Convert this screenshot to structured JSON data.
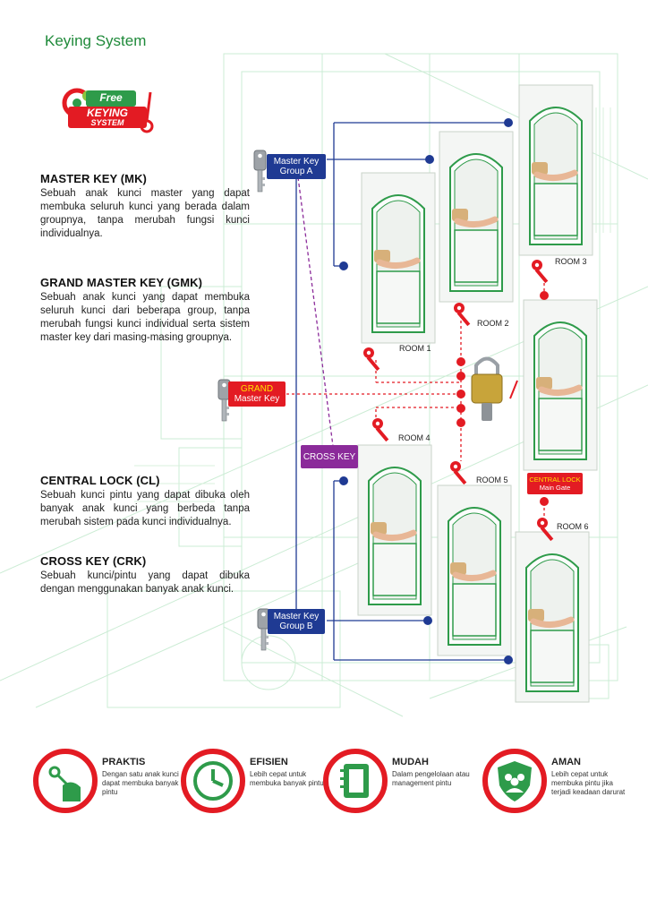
{
  "page_title": "Keying System",
  "logo": {
    "line1": "Free",
    "line2": "KEYING",
    "line3": "SYSTEM"
  },
  "definitions": [
    {
      "title": "MASTER KEY (MK)",
      "body": "Sebuah anak kunci master yang dapat membuka seluruh kunci yang berada dalam groupnya, tanpa merubah fungsi kunci individualnya."
    },
    {
      "title": "GRAND MASTER KEY (GMK)",
      "body": "Sebuah anak kunci  yang dapat membuka seluruh kunci dari beberapa group, tanpa merubah fungsi kunci individual serta sistem master key dari masing-masing groupnya."
    },
    {
      "title": "CENTRAL LOCK (CL)",
      "body": "Sebuah kunci pintu yang dapat dibuka oleh banyak anak kunci yang berbeda tanpa merubah sistem pada kunci  individualnya."
    },
    {
      "title": "CROSS KEY (CRK)",
      "body": "Sebuah kunci/pintu yang dapat dibuka dengan menggunakan banyak anak kunci."
    }
  ],
  "tags": {
    "mk_a": {
      "line1": "Master Key",
      "line2": "Group A"
    },
    "grand": {
      "line1": "GRAND",
      "line2": "Master Key"
    },
    "cross": {
      "label": "CROSS KEY"
    },
    "mk_b": {
      "line1": "Master Key",
      "line2": "Group B"
    },
    "central": {
      "line1": "CENTRAL LOCK",
      "line2": "Main Gate"
    }
  },
  "rooms": [
    "ROOM 1",
    "ROOM 2",
    "ROOM 3",
    "ROOM 4",
    "ROOM 5",
    "ROOM 6"
  ],
  "benefits": [
    {
      "title": "PRAKTIS",
      "desc": "Dengan satu anak kunci dapat membuka banyak pintu",
      "icon": "key-hand-icon"
    },
    {
      "title": "EFISIEN",
      "desc": "Lebih cepat untuk membuka banyak pintu",
      "icon": "clock-icon"
    },
    {
      "title": "MUDAH",
      "desc": "Dalam pengelolaan atau management pintu",
      "icon": "binder-icon"
    },
    {
      "title": "AMAN",
      "desc": "Lebih cepat untuk membuka pintu jika terjadi keadaan darurat",
      "icon": "shield-people-icon"
    }
  ],
  "colors": {
    "brand_green": "#1f8a3a",
    "master_blue": "#1f3a93",
    "key_red": "#e31b23",
    "cross_purple": "#8b2b9a",
    "grid_green": "#b9e3b5",
    "door_green": "#2e9b4a"
  }
}
